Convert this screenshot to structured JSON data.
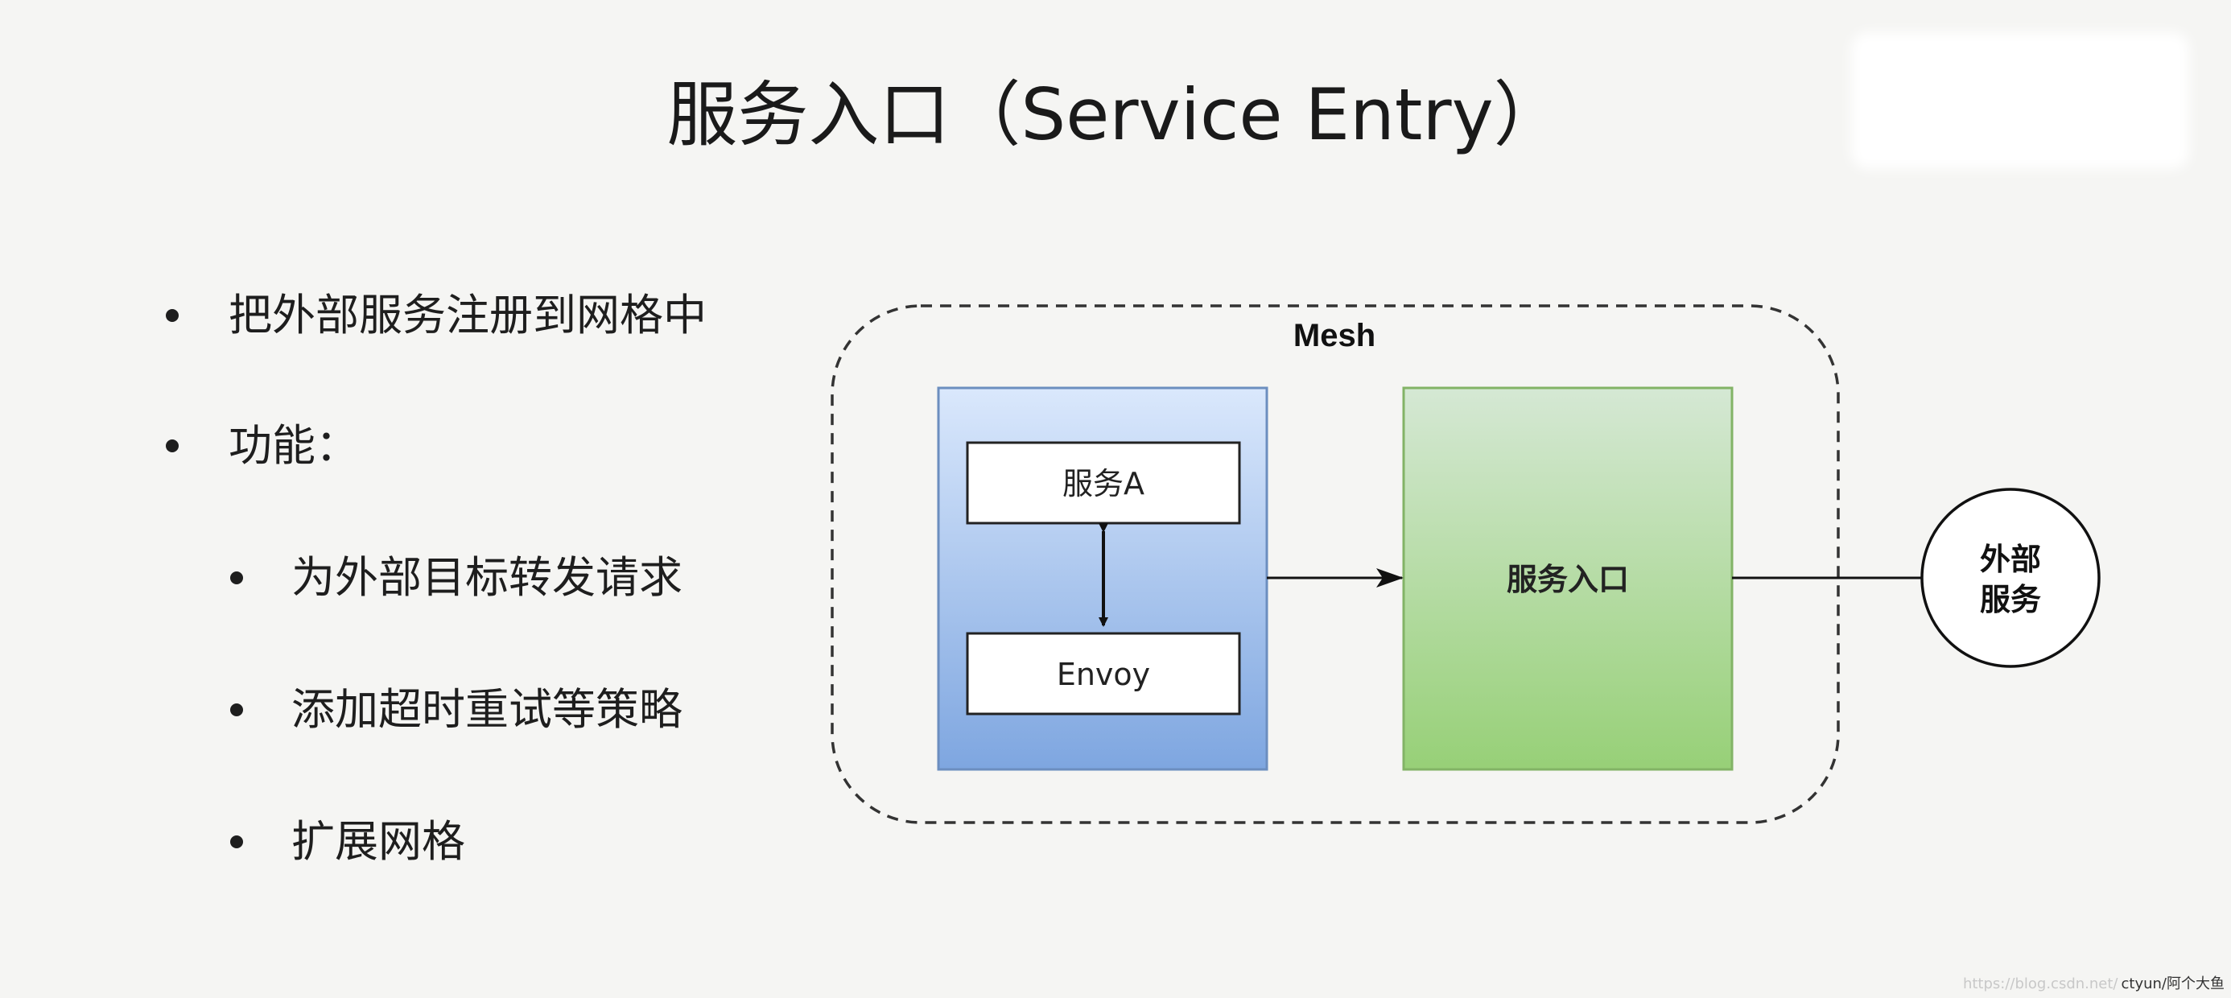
{
  "slide": {
    "title": "服务入口（Service Entry）",
    "bullets": [
      {
        "text": "把外部服务注册到网格中",
        "level": 1
      },
      {
        "text": "功能：",
        "level": 1
      },
      {
        "text": "为外部目标转发请求",
        "level": 2
      },
      {
        "text": "添加超时重试等策略",
        "level": 2
      },
      {
        "text": "扩展网格",
        "level": 2
      }
    ]
  },
  "diagram": {
    "mesh_label": "Mesh",
    "service_a_label": "服务A",
    "envoy_label": "Envoy",
    "service_entry_label": "服务入口",
    "external_service_lines": [
      "外部",
      "服务"
    ],
    "colors": {
      "pod_fill_top": "#dae8fc",
      "pod_fill_bottom": "#7ea6e0",
      "pod_stroke": "#6c8ebf",
      "entry_fill_top": "#d5e8d4",
      "entry_fill_bottom": "#97d077",
      "entry_stroke": "#82b366"
    }
  },
  "watermark": {
    "faint_text": "https://blog.csdn.net/",
    "text": "ctyun/阿个大鱼"
  }
}
